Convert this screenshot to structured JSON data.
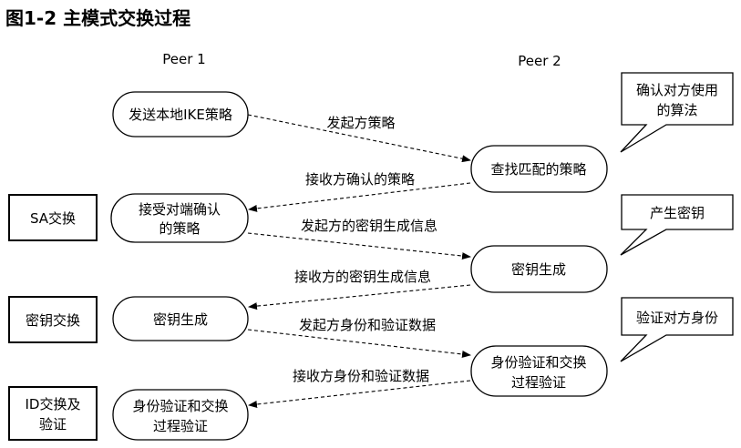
{
  "title": "图1-2  主模式交换过程",
  "peers": {
    "peer1": "Peer 1",
    "peer2": "Peer 2"
  },
  "peer1_nodes": [
    {
      "lines": [
        "发送本地IKE策略"
      ]
    },
    {
      "lines": [
        "接受对端确认",
        "的策略"
      ]
    },
    {
      "lines": [
        "密钥生成"
      ]
    },
    {
      "lines": [
        "身份验证和交换",
        "过程验证"
      ]
    }
  ],
  "peer2_nodes": [
    {
      "lines": [
        "查找匹配的策略"
      ]
    },
    {
      "lines": [
        "密钥生成"
      ]
    },
    {
      "lines": [
        "身份验证和交换",
        "过程验证"
      ]
    }
  ],
  "messages": [
    {
      "label": "发起方策略"
    },
    {
      "label": "接收方确认的策略"
    },
    {
      "label": "发起方的密钥生成信息"
    },
    {
      "label": "接收方的密钥生成信息"
    },
    {
      "label": "发起方身份和验证数据"
    },
    {
      "label": "接收方身份和验证数据"
    }
  ],
  "phases": [
    {
      "lines": [
        "SA交换"
      ]
    },
    {
      "lines": [
        "密钥交换"
      ]
    },
    {
      "lines": [
        "ID交换及",
        "验证"
      ]
    }
  ],
  "callouts": [
    {
      "lines": [
        "确认对方使用",
        "的算法"
      ]
    },
    {
      "lines": [
        "产生密钥"
      ]
    },
    {
      "lines": [
        "验证对方身份"
      ]
    }
  ]
}
